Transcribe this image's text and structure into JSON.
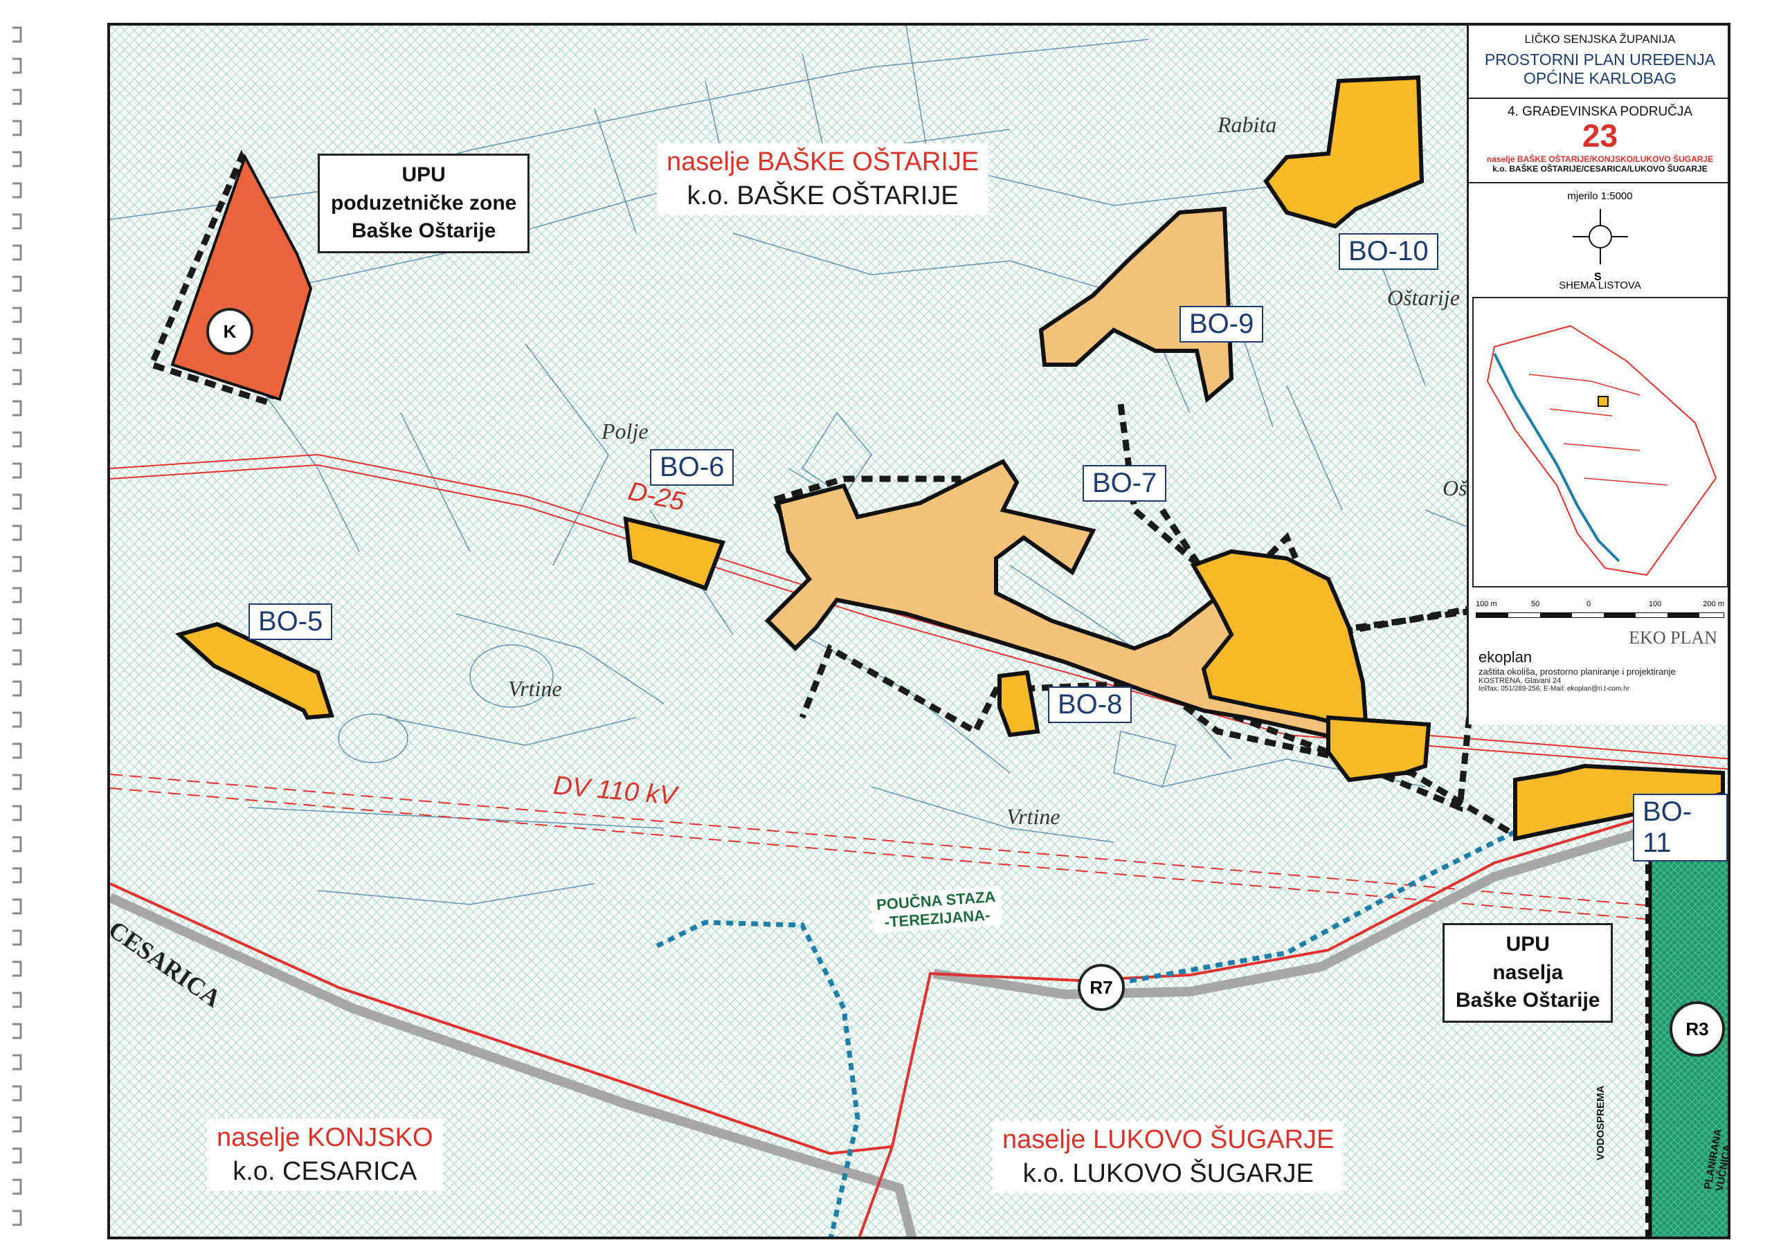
{
  "title_block": {
    "county": "LIČKO SENJSKA ŽUPANIJA",
    "plan_line1": "PROSTORNI PLAN UREĐENJA",
    "plan_line2": "OPĆINE KARLOBAG",
    "section": "4. GRAĐEVINSKA PODRUČJA",
    "sheet_number": "23",
    "settlements_line": "naselje BAŠKE OŠTARIJE/KONJSKO/LUKOVO ŠUGARJE",
    "cadastral_line": "k.o. BAŠKE OŠTARIJE/CESARICA/LUKOVO ŠUGARJE",
    "scale": "mjerilo 1:5000",
    "north_letter": "S",
    "sheet_scheme_title": "SHEMA LISTOVA",
    "scale_bar": [
      "100 m",
      "50",
      "0",
      "100",
      "200 m"
    ],
    "firm_logo": "EKO PLAN",
    "firm_name": "ekoplan",
    "firm_desc": "zaštita okoliša, prostorno planiranje i projektiranje",
    "firm_address": "KOSTRENA, Glavani 24",
    "firm_contact": "tel/fax: 051/289-256,  E-Mail: ekoplan@ri.t-com.hr"
  },
  "zones": [
    {
      "id": "BO-5"
    },
    {
      "id": "BO-6"
    },
    {
      "id": "BO-7"
    },
    {
      "id": "BO-8"
    },
    {
      "id": "BO-9"
    },
    {
      "id": "BO-10"
    },
    {
      "id": "BO-11"
    }
  ],
  "settlements": {
    "baske": {
      "naselje": "naselje BAŠKE OŠTARIJE",
      "ko": "k.o. BAŠKE OŠTARIJE"
    },
    "konjsko": {
      "naselje": "naselje KONJSKO",
      "ko": "k.o. CESARICA"
    },
    "lukovo": {
      "naselje": "naselje LUKOVO ŠUGARJE",
      "ko": "k.o. LUKOVO ŠUGARJE"
    }
  },
  "upu_zone": {
    "line1": "UPU",
    "line2": "poduzetničke zone",
    "line3": "Baške Oštarije"
  },
  "upu_naselja": {
    "line1": "UPU",
    "line2": "naselja",
    "line3": "Baške Oštarije"
  },
  "road_label": "D-25",
  "power_line_label": "DV 110 kV",
  "trail_label_1": "POUČNA STAZA",
  "trail_label_2": "-TEREZIJANA-",
  "markers": {
    "k": "K",
    "r7": "R7",
    "r3": "R3"
  },
  "place_names": [
    "Rabita",
    "Oštarije",
    "Polje",
    "Vrtine",
    "Vrtine",
    "Oštarije",
    "CESARICA"
  ],
  "vertical_labels": [
    "VODOSPREMA",
    "PLANIRANA VUČNICA"
  ],
  "colors": {
    "build_zone": "#f5b92a",
    "build_zone_light": "#f2c27a",
    "business_zone": "#e8643c",
    "forest": "#1f9a6d",
    "hatch": "#8bcbb1",
    "red_line": "#e0322e",
    "dashed_border": "#222222",
    "trail": "#1e7ea8"
  }
}
